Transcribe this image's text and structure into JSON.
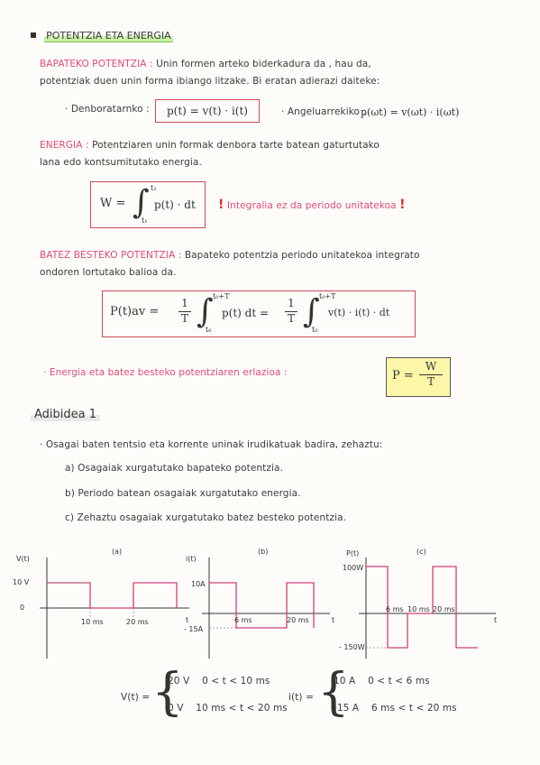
{
  "title": "POTENTZIA ETA ENERGIA",
  "sections": {
    "instant": {
      "label": "BAPATEKO POTENTZIA :",
      "text1": "Unin formen arteko biderkadura da , hau da,",
      "text2": "potentziak duen unin forma ibiango litzake. Bi eratan adierazi daiteke:",
      "d_label": "· Denboratarnko :",
      "d_formula": "p(t) = v(t) · i(t)",
      "a_label": "· Angeluarrekiko :",
      "a_formula": "p(ωt) = v(ωt) · i(ωt)"
    },
    "energy": {
      "label": "ENERGIA :",
      "text1": "Potentziaren unin formak denbora tarte batean gaturtutako",
      "text2": "lana edo kontsumitutako energia.",
      "formula_lhs": "W =",
      "formula_body": "p(t) · dt",
      "t2": "t₂",
      "t1": "t₁",
      "excl1": "!",
      "note": "Integralia ez da periodo unitatekoa",
      "excl2": "!"
    },
    "average": {
      "label": "BATEZ BESTEKO POTENTZIA :",
      "text1": "Bapateko potentzia periodo unitatekoa integrato",
      "text2": "ondoren lortutako balioa da.",
      "lhs": "P(t)av =",
      "frac_num": "1",
      "frac_den": "T",
      "int1": "p(t) dt =",
      "int2": "v(t) · i(t) · dt",
      "upper": "t₀+T",
      "lower": "t₀"
    },
    "relation": {
      "text": "· Energia eta batez besteko potentziaren erlazioa :",
      "lhs": "P =",
      "num": "W",
      "den": "T"
    }
  },
  "example": {
    "title": "Adibidea 1",
    "intro": "· Osagai baten tentsio eta korrente uninak irudikatuak badira, zehaztu:",
    "items": [
      "a) Osagaiak xurgatutako bapateko potentzia.",
      "b) Periodo batean osagaiak xurgatutako energia.",
      "c) Zehaztu osagaiak xurgatutako batez besteko potentzia."
    ]
  },
  "graphs": {
    "a": {
      "panel": "(a)",
      "axis": "V(t)",
      "y_value": "10 V",
      "zero": "0",
      "t1": "10 ms",
      "t2": "20 ms",
      "x": "t"
    },
    "b": {
      "panel": "(b)",
      "axis": "i(t)",
      "y_pos": "10A",
      "y_neg": "- 15A",
      "t1": "6 ms",
      "t2": "20 ms",
      "x": "t"
    },
    "c": {
      "panel": "(c)",
      "axis": "P(t)",
      "y_pos": "100W",
      "y_neg": "- 150W",
      "t1": "6 ms",
      "t2": "10 ms",
      "t3": "20 ms",
      "x": "t"
    }
  },
  "piecewise": {
    "v_lhs": "V(t) =",
    "v_row1_val": "20 V",
    "v_row1_cond": "0 < t < 10 ms",
    "v_row2_val": "0 V",
    "v_row2_cond": "10 ms < t < 20 ms",
    "i_lhs": "i(t) =",
    "i_row1_val": "10 A",
    "i_row1_cond": "0 < t < 6 ms",
    "i_row2_val": "-15 A",
    "i_row2_cond": "6 ms < t < 20 ms"
  }
}
